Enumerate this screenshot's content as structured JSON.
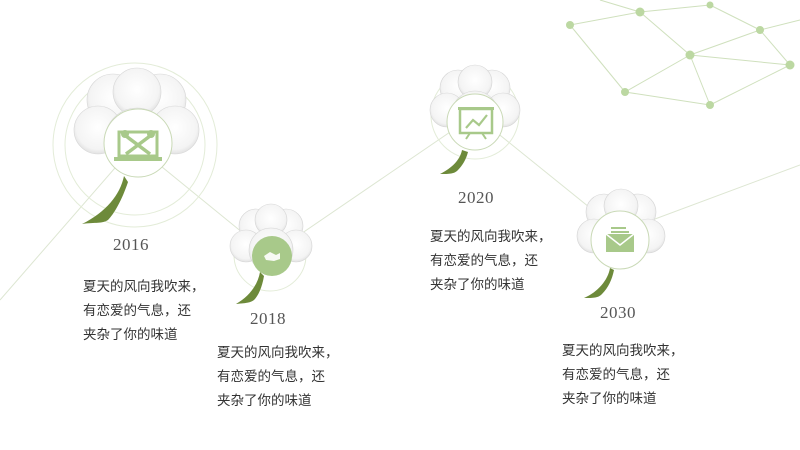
{
  "colors": {
    "accent": "#a8c98a",
    "line": "#d8e2cc",
    "stem": "#6d8a3a",
    "petal": "#eeeeee"
  },
  "timeline": [
    {
      "year": "2016",
      "icon": "tools-monitor-icon",
      "lines": [
        "夏天的风向我吹来，",
        "有恋爱的气息，还",
        "夹杂了你的味道"
      ]
    },
    {
      "year": "2018",
      "icon": "handshake-icon",
      "lines": [
        "夏天的风向我吹来，",
        "有恋爱的气息，还",
        "夹杂了你的味道"
      ]
    },
    {
      "year": "2020",
      "icon": "presentation-chart-icon",
      "lines": [
        "夏天的风向我吹来，",
        "有恋爱的气息，还",
        "夹杂了你的味道"
      ]
    },
    {
      "year": "2030",
      "icon": "envelope-icon",
      "lines": [
        "夏天的风向我吹来，",
        "有恋爱的气息，还",
        "夹杂了你的味道"
      ]
    }
  ]
}
